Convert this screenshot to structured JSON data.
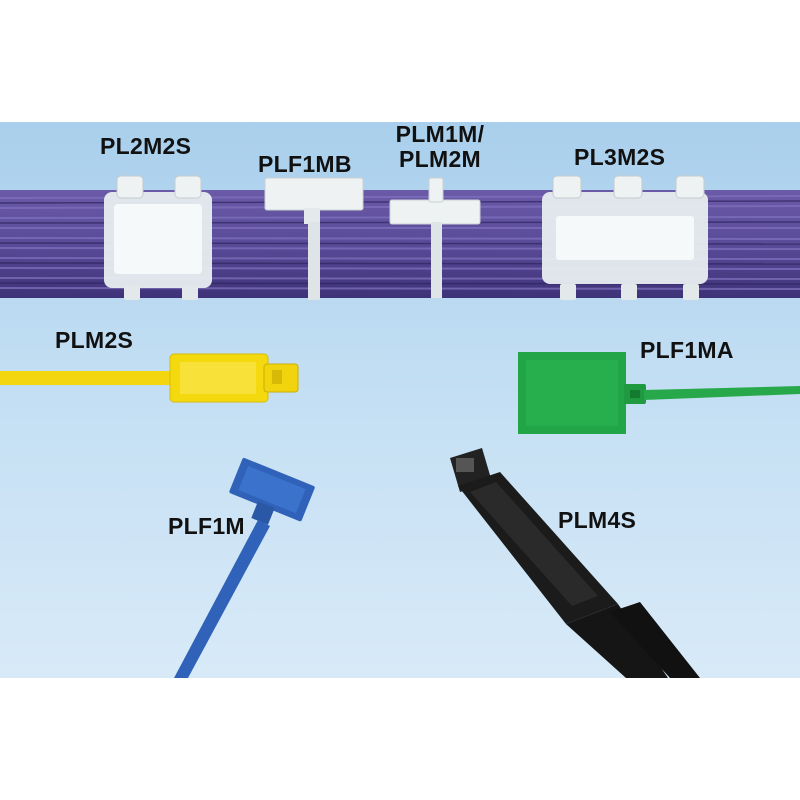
{
  "labels": {
    "pl2m2s": "PL2M2S",
    "plf1mb": "PLF1MB",
    "plm1m_line1": "PLM1M/",
    "plm1m_line2": "PLM2M",
    "pl3m2s": "PL3M2S",
    "plm2s": "PLM2S",
    "plf1ma": "PLF1MA",
    "plf1m": "PLF1M",
    "plm4s": "PLM4S"
  },
  "colors": {
    "background": "#bcdaf1",
    "cable": "#5e4f9c",
    "natural_tie": "#e6ecee",
    "yellow_tie": "#f5d90f",
    "green_tie": "#22a546",
    "blue_tie": "#2f62b8",
    "black_tie": "#1b1b1b"
  }
}
